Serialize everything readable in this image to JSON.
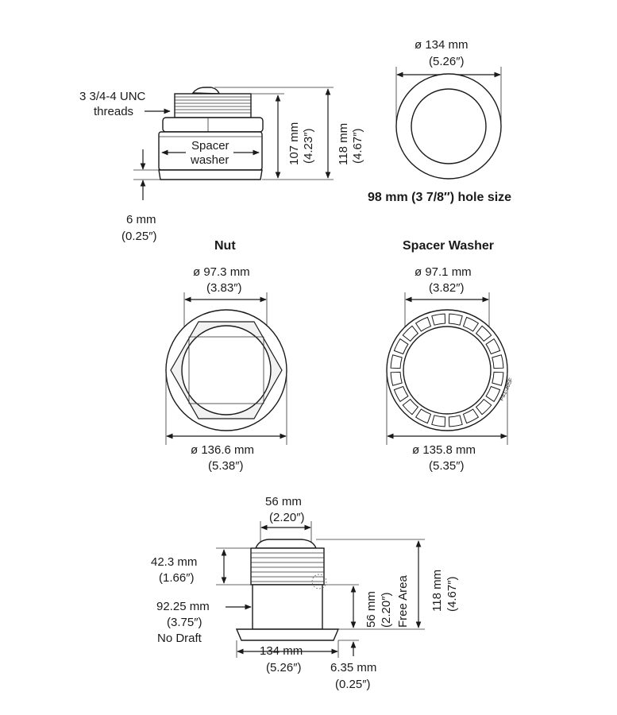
{
  "side_view": {
    "thread_label_1": "3 3/4-4 UNC",
    "thread_label_2": "threads",
    "spacer_label_1": "Spacer",
    "spacer_label_2": "washer",
    "height_107_mm": "107 mm",
    "height_107_in": "(4.23″)",
    "height_118_mm": "118 mm",
    "height_118_in": "(4.67″)",
    "gap_mm": "6 mm",
    "gap_in": "(0.25″)"
  },
  "flange_top": {
    "dia_mm": "ø 134 mm",
    "dia_in": "(5.26″)",
    "hole_size": "98 mm (3 7/8″) hole size"
  },
  "nut": {
    "title": "Nut",
    "inner_mm": "ø 97.3 mm",
    "inner_in": "(3.83″)",
    "outer_mm": "ø 136.6 mm",
    "outer_in": "(5.38″)"
  },
  "spacer_washer": {
    "title": "Spacer Washer",
    "inner_mm": "ø 97.1 mm",
    "inner_in": "(3.82″)",
    "outer_mm": "ø 135.8 mm",
    "outer_in": "(5.35″)",
    "part_number": "P81-305F"
  },
  "bottom_view": {
    "top_dia_mm": "56 mm",
    "top_dia_in": "(2.20″)",
    "thread_h_mm": "42.3 mm",
    "thread_h_in": "(1.66″)",
    "body_mm": "92.25 mm",
    "body_in": "(3.75″)",
    "no_draft": "No Draft",
    "free_mm": "56 mm",
    "free_in": "(2.20″)",
    "free_area": "Free Area",
    "total_mm": "118 mm",
    "total_in": "(4.67″)",
    "flange_mm": "134 mm",
    "flange_in": "(5.26″)",
    "flange_h_mm": "6.35 mm",
    "flange_h_in": "(0.25″)"
  }
}
